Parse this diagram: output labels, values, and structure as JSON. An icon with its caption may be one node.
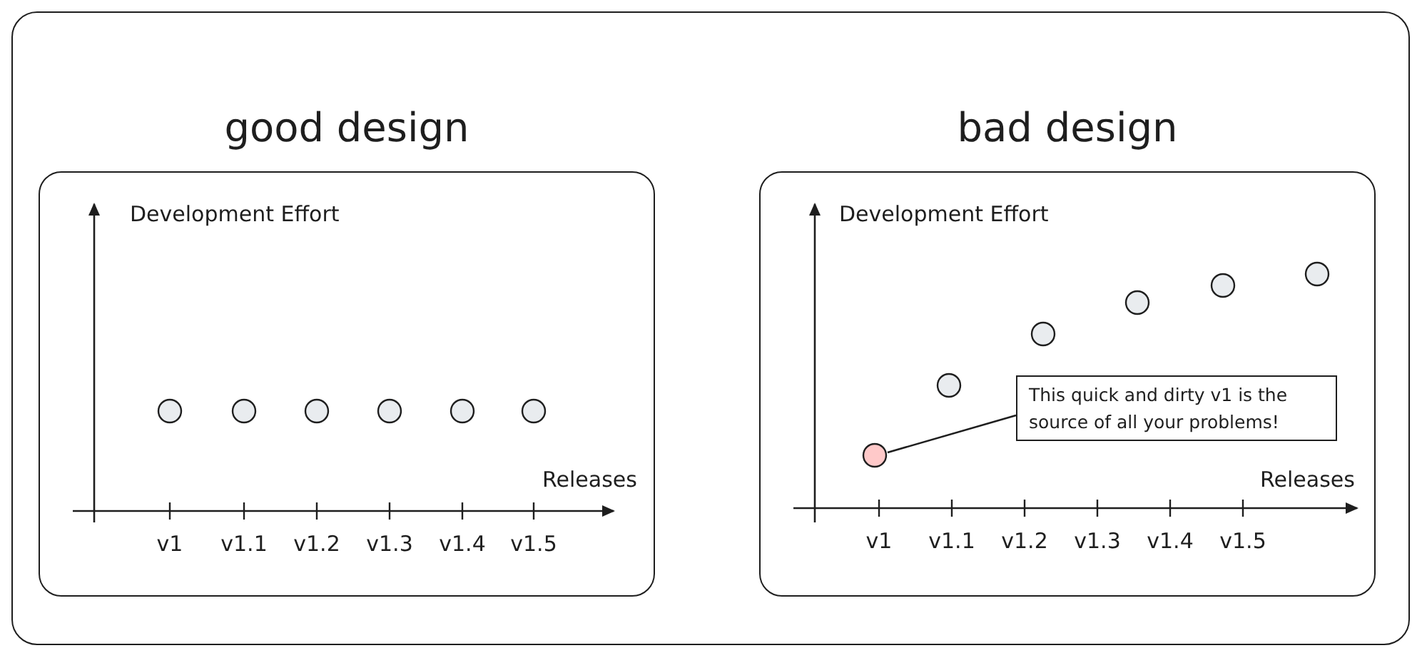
{
  "diagram": {
    "nodes": [
      {
        "text": [
          "good design"
        ]
      },
      {
        "text": [
          "bad design"
        ]
      },
      {
        "text": [
          "This quick and dirty v1 is the source of all your problems!"
        ],
        "in": 1
      },
      {
        "text": [],
        "shape": "circle",
        "in": 1
      }
    ],
    "edges": [
      {
        "from": 2,
        "to": 3,
        "arrow": "none"
      }
    ],
    "labels": [
      "Development Effort",
      "Releases",
      "v1",
      "v1.1",
      "v1.2",
      "v1.3",
      "v1.4",
      "v1.5",
      "Development Effort",
      "Releases",
      "v1",
      "v1.1",
      "v1.2",
      "v1.3",
      "v1.4",
      "v1.5"
    ]
  }
}
